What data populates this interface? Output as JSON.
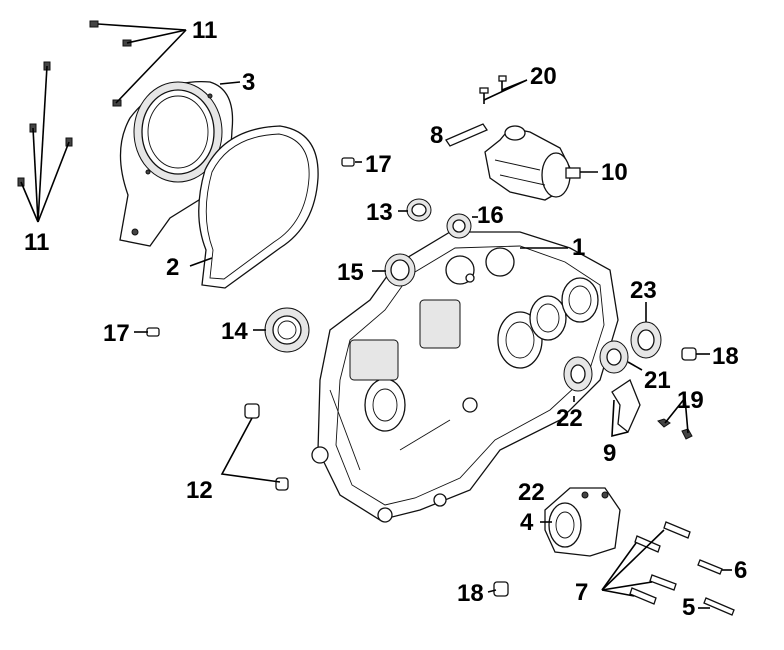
{
  "diagram": {
    "labels": {
      "l1": "1",
      "l2": "2",
      "l3": "3",
      "l4": "4",
      "l5": "5",
      "l6": "6",
      "l7": "7",
      "l8": "8",
      "l9": "9",
      "l10": "10",
      "l11a": "11",
      "l11b": "11",
      "l12": "12",
      "l13": "13",
      "l14": "14",
      "l15": "15",
      "l16": "16",
      "l17a": "17",
      "l17b": "17",
      "l18a": "18",
      "l18b": "18",
      "l19": "19",
      "l20": "20",
      "l21": "21",
      "l22a": "22",
      "l22b": "22",
      "l23": "23"
    }
  }
}
